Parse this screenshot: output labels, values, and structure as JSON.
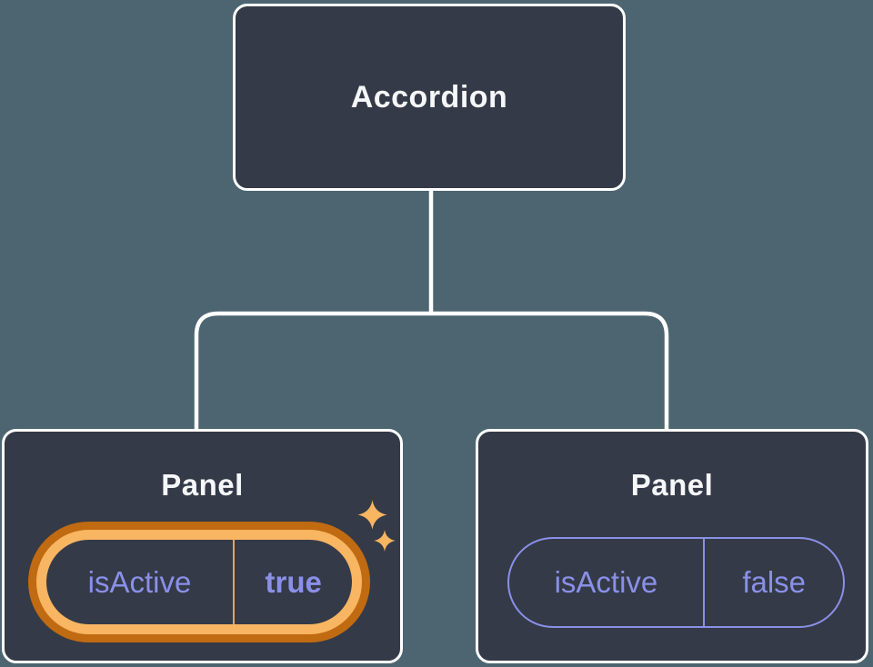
{
  "tree": {
    "root": {
      "label": "Accordion"
    },
    "panels": [
      {
        "label": "Panel",
        "state_key": "isActive",
        "state_value": "true",
        "highlighted": true
      },
      {
        "label": "Panel",
        "state_key": "isActive",
        "state_value": "false",
        "highlighted": false
      }
    ]
  },
  "icons": {
    "sparkle": "sparkle-icon"
  },
  "colors": {
    "page_background": "#4D6570",
    "node_fill": "#343A47",
    "node_border": "#FFFFFF",
    "connector_line": "#FFFFFF",
    "state_purple": "#8A90E8",
    "highlight_ring_dark": "#C06A12",
    "highlight_ring_gold": "#F8B562",
    "highlight_divider": "#E9A159",
    "sparkle_gold": "#F8B562"
  }
}
